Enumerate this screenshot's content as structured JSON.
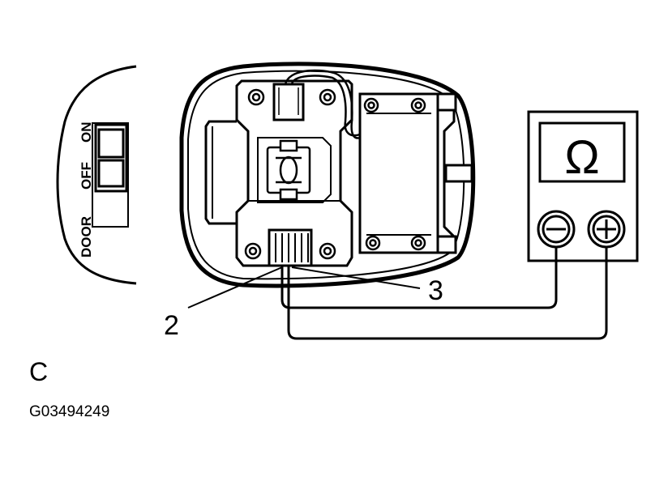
{
  "switch_labels": {
    "door": "DOOR",
    "off": "OFF",
    "on": "ON"
  },
  "meter": {
    "symbol": "Ω",
    "negative": "−",
    "positive": "+"
  },
  "callouts": {
    "terminal_2": "2",
    "terminal_3": "3"
  },
  "view_label": "C",
  "figure_code": "G03494249"
}
